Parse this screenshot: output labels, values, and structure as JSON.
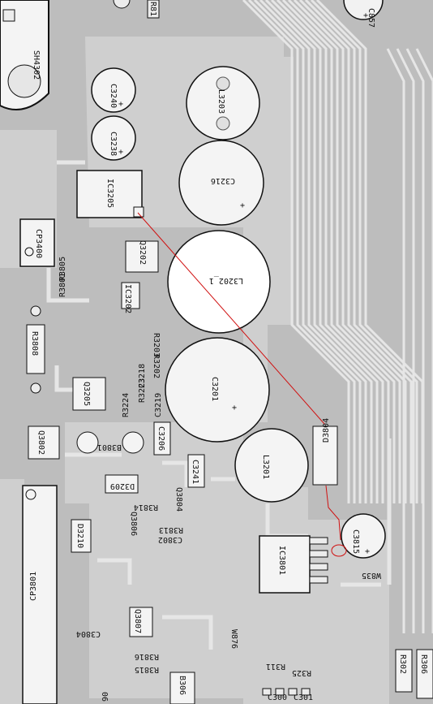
{
  "board": {
    "background": "#bdbdbd",
    "copper": "#e8e8e8",
    "silk": "#111111",
    "highlight_trace": "#d01010"
  },
  "labels": {
    "r81": "R81",
    "c857": "C857",
    "sh4302": "SH4302",
    "c3240": "C3240",
    "l3203": "L3203",
    "c3238": "C3238",
    "c3216": "C3216",
    "ic3205": "IC3205",
    "cp3400": "CP3400",
    "q3202": "Q3202",
    "l3202_1": "L3202_1",
    "r3805": "R3805",
    "r3801": "R3801",
    "ic3202": "IC3202",
    "r3808": "R3808",
    "r3203": "R3203",
    "r3202": "R3202",
    "c3201": "C3201",
    "c3218": "C3218",
    "q3205": "Q3205",
    "r3223": "R3223",
    "r3224": "R3224",
    "c3219": "C3219",
    "q3802": "Q3802",
    "b3801": "B3801",
    "c3206": "C3206",
    "l3201": "L3201",
    "d3804": "D3804",
    "c3241": "C3241",
    "d3209": "D3209",
    "q3804": "Q3804",
    "r3814": "R3814",
    "q3806": "Q3806",
    "r3813": "R3813",
    "c3802": "C3802",
    "d3210": "D3210",
    "c3815": "C3815",
    "ic3801": "IC3801",
    "w835": "W835",
    "cp3801": "CP3801",
    "c3804": "C3804",
    "q3807": "Q3807",
    "w876": "W876",
    "r3816": "R3816",
    "r3815": "R3815",
    "r311": "R311",
    "r325": "R325",
    "r302": "R302",
    "r306": "R306",
    "b306": "B306",
    "c300": "C300",
    "c301": "C301",
    "n06": "06"
  }
}
